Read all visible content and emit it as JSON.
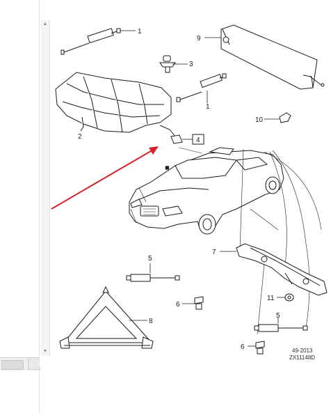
{
  "callouts": {
    "c1a": "1",
    "c1b": "1",
    "c2": "2",
    "c3": "3",
    "c4": "4",
    "c5a": "5",
    "c5b": "5",
    "c6a": "6",
    "c6b": "6",
    "c7": "7",
    "c8": "8",
    "c9": "9",
    "c10": "10",
    "c11": "11"
  },
  "reference": {
    "date": "49-2013",
    "code": "ZX11148D"
  },
  "icons": {
    "scroll_up": "▲",
    "scroll_down": "▼"
  },
  "colors": {
    "arrow": "#d6202a",
    "line": "#1a1a1a"
  }
}
